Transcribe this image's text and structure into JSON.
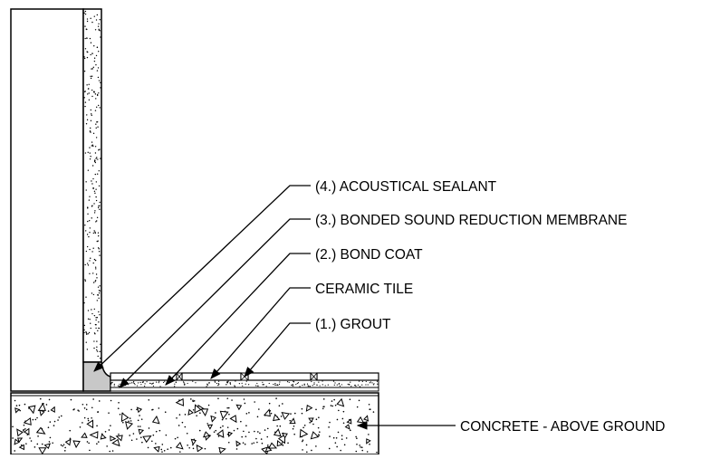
{
  "labels": {
    "acoustical_sealant": "(4.) ACOUSTICAL SEALANT",
    "sound_membrane": "(3.) BONDED SOUND REDUCTION MEMBRANE",
    "bond_coat": "(2.) BOND COAT",
    "ceramic_tile": "CERAMIC TILE",
    "grout": "(1.) GROUT",
    "concrete": "CONCRETE - ABOVE GROUND"
  },
  "colors": {
    "line": "#000000",
    "sealant_fill": "#c8c8c8",
    "background": "#ffffff"
  }
}
